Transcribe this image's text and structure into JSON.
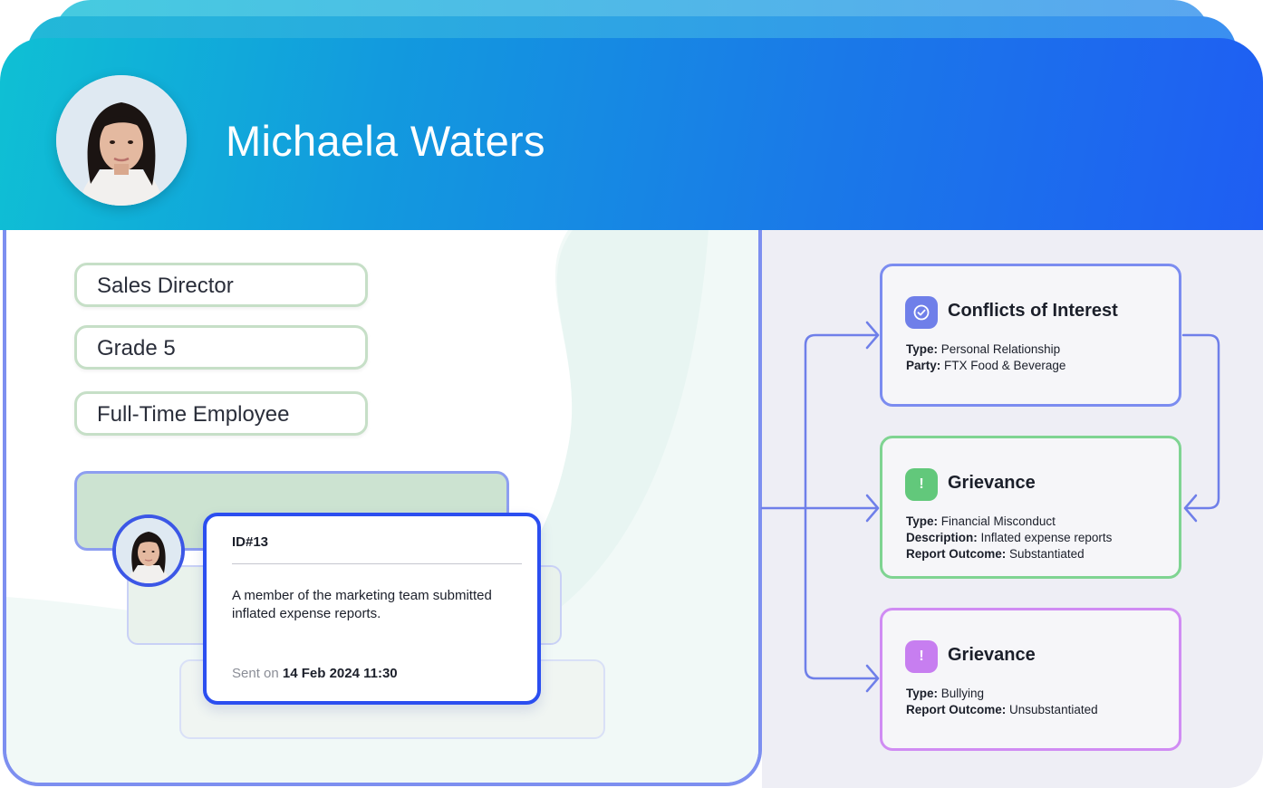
{
  "profile": {
    "name": "Michaela Waters",
    "role": "Sales Director",
    "grade": "Grade 5",
    "employment": "Full-Time Employee"
  },
  "message": {
    "id": "ID#13",
    "text": "A member of the marketing team submitted inflated expense reports.",
    "sent_label": "Sent on",
    "sent_date": "14 Feb 2024 11:30"
  },
  "cases": [
    {
      "title": "Conflicts of Interest",
      "icon": "check-circle-icon",
      "color": "#6f7fe9",
      "fields": [
        {
          "label": "Type:",
          "value": "Personal Relationship"
        },
        {
          "label": "Party:",
          "value": "FTX Food & Beverage"
        }
      ]
    },
    {
      "title": "Grievance",
      "icon": "exclamation-icon",
      "color": "#62c87b",
      "fields": [
        {
          "label": "Type:",
          "value": "Financial Misconduct"
        },
        {
          "label": "Description:",
          "value": "Inflated expense reports"
        },
        {
          "label": "Report Outcome:",
          "value": "Substantiated"
        }
      ]
    },
    {
      "title": "Grievance",
      "icon": "exclamation-icon",
      "color": "#c77ef0",
      "fields": [
        {
          "label": "Type:",
          "value": "Bullying"
        },
        {
          "label": "Report Outcome:",
          "value": "Unsubstantiated"
        }
      ]
    }
  ]
}
